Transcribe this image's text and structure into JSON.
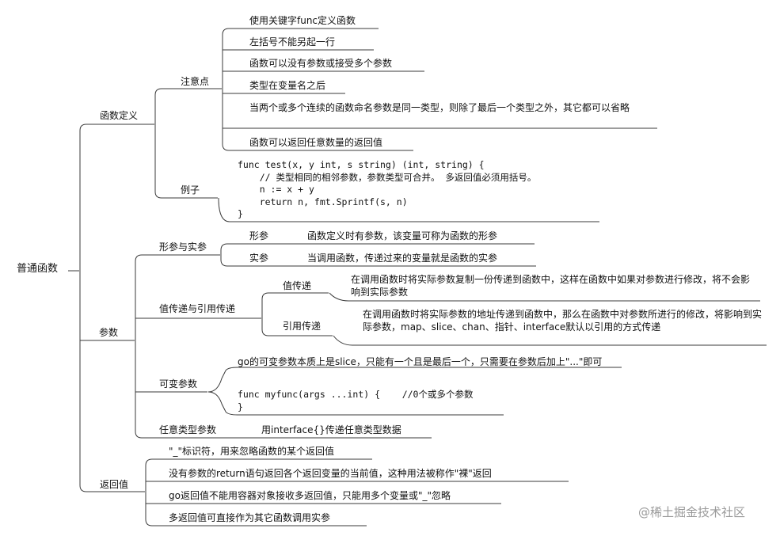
{
  "root": "普通函数",
  "branches": {
    "def": {
      "label": "函数定义",
      "notes": {
        "label": "注意点",
        "items": [
          "使用关键字func定义函数",
          "左括号不能另起一行",
          "函数可以没有参数或接受多个参数",
          "类型在变量名之后",
          "当两个或多个连续的函数命名参数是同一类型，则除了最后一个类型之外，其它都可以省略",
          "函数可以返回任意数量的返回值"
        ]
      },
      "example": {
        "label": "例子",
        "code": "func test(x, y int, s string) (int, string) {\n    // 类型相同的相邻参数，参数类型可合并。 多返回值必须用括号。\n    n := x + y\n    return n, fmt.Sprintf(s, n)\n}"
      }
    },
    "params": {
      "label": "参数",
      "formal": {
        "label": "形参与实参",
        "items": [
          {
            "term": "形参",
            "desc": "函数定义时有参数，该变量可称为函数的形参"
          },
          {
            "term": "实参",
            "desc": "当调用函数，传递过来的变量就是函数的实参"
          }
        ]
      },
      "passing": {
        "label": "值传递与引用传递",
        "items": [
          {
            "term": "值传递",
            "desc": "在调用函数时将实际参数复制一份传递到函数中，这样在函数中如果对参数进行修改，将不会影响到实际参数"
          },
          {
            "term": "引用传递",
            "desc": "在调用函数时将实际参数的地址传递到函数中，那么在函数中对参数所进行的修改，将影响到实际参数，map、slice、chan、指针、interface默认以引用的方式传递"
          }
        ]
      },
      "variadic": {
        "label": "可变参数",
        "desc": "go的可变参数本质上是slice，只能有一个且是最后一个，只需要在参数后加上\"...\"即可",
        "code": "func myfunc(args ...int) {    //0个或多个参数\n}"
      },
      "any": {
        "label": "任意类型参数",
        "desc": "用interface{}传递任意类型数据"
      }
    },
    "ret": {
      "label": "返回值",
      "items": [
        "\"_\"标识符，用来忽略函数的某个返回值",
        "没有参数的return语句返回各个返回变量的当前值，这种用法被称作\"裸\"返回",
        "go返回值不能用容器对象接收多返回值，只能用多个变量或\"_\"忽略",
        "多返回值可直接作为其它函数调用实参"
      ]
    }
  },
  "watermark": "@稀土掘金技术社区",
  "colors": {
    "line": "#3a3a3a",
    "text": "#111111",
    "watermark": "#9a9a9a"
  }
}
